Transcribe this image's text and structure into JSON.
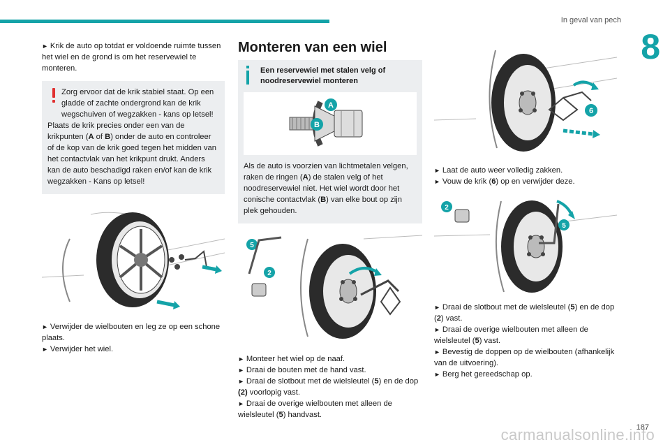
{
  "header": {
    "section": "In geval van pech",
    "chapter": "8"
  },
  "col1": {
    "p1": "Krik de auto op totdat er voldoende ruimte tussen het wiel en de grond is om het reservewiel te monteren.",
    "warn_line1": "Zorg ervoor dat de krik stabiel staat. Op een gladde of zachte ondergrond kan de krik wegschuiven of wegzakken - kans op letsel!",
    "warn_line2a": "Plaats de krik precies onder een van de krikpunten (",
    "warn_A": "A",
    "warn_of": " of ",
    "warn_B": "B",
    "warn_line2b": ") onder de auto en controleer of de kop van de krik goed tegen het midden van het contactvlak van het krikpunt drukt. Anders kan de auto beschadigd raken en/of kan de krik wegzakken - Kans op letsel!",
    "b1": "Verwijder de wielbouten en leg ze op een schone plaats.",
    "b2": "Verwijder het wiel."
  },
  "col2": {
    "heading": "Monteren van een wiel",
    "info_title": "Een reservewiel met stalen velg of noodreservewiel monteren",
    "label_A": "A",
    "label_B": "B",
    "info_text1": "Als de auto is voorzien van lichtmetalen velgen, raken de ringen (",
    "info_A": "A",
    "info_text2": ") de stalen velg of het noodreservewiel niet. Het wiel wordt door het conische contactvlak (",
    "info_B": "B",
    "info_text3": ") van elke bout op zijn plek gehouden.",
    "fig_label5": "5",
    "fig_label2": "2",
    "b1": "Monteer het wiel op de naaf.",
    "b2": "Draai de bouten met de hand vast.",
    "b3a": "Draai de slotbout met de wielsleutel (",
    "b3_5": "5",
    "b3b": ") en de dop ",
    "b3_2": "(2)",
    "b3c": " voorlopig vast.",
    "b4a": "Draai de overige wielbouten met alleen de wielsleutel (",
    "b4_5": "5",
    "b4b": ") handvast."
  },
  "col3": {
    "fig_label6": "6",
    "b1": "Laat de auto weer volledig zakken.",
    "b2a": "Vouw de krik (",
    "b2_6": "6",
    "b2b": ") op en verwijder deze.",
    "fig_label2": "2",
    "fig_label5": "5",
    "b3a": "Draai de slotbout met de wielsleutel (",
    "b3_5": "5",
    "b3b": ") en de dop (",
    "b3_2": "2",
    "b3c": ") vast.",
    "b4a": "Draai de overige wielbouten met alleen de wielsleutel (",
    "b4_5": "5",
    "b4b": ") vast.",
    "b5": "Bevestig de doppen op de wielbouten (afhankelijk van de uitvoering).",
    "b6": "Berg het gereedschap op."
  },
  "bullet": "►",
  "footer": {
    "page": "187",
    "watermark": "carmanualsonline.info"
  },
  "colors": {
    "accent": "#14a3a8",
    "warning": "#e03131",
    "box": "#eceef0"
  }
}
